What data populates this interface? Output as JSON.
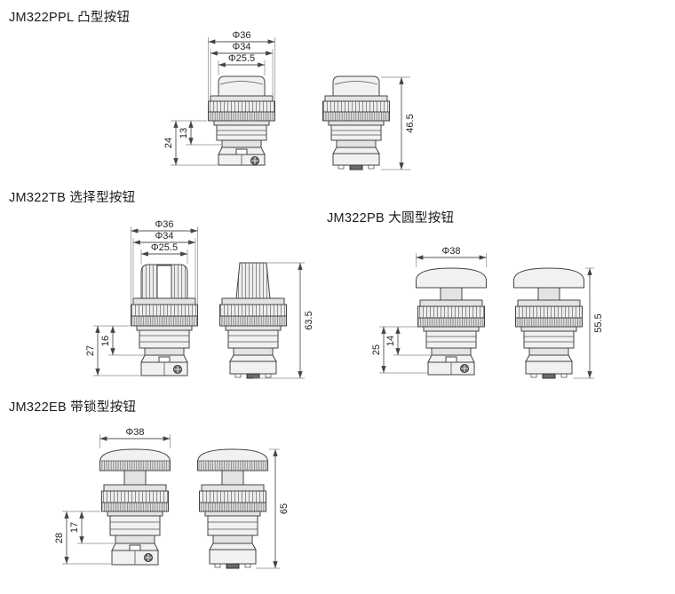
{
  "page": {
    "background": "#ffffff",
    "line_color": "#444444"
  },
  "sections": [
    {
      "id": "ppl",
      "title": "JM322PPL 凸型按钮",
      "dims": {
        "top": [
          "Φ36",
          "Φ34",
          "Φ25.5"
        ],
        "left": [
          "24",
          "13"
        ],
        "height": "46.5"
      }
    },
    {
      "id": "tb",
      "title": "JM322TB 选择型按钮",
      "dims": {
        "top": [
          "Φ36",
          "Φ34",
          "Φ25.5"
        ],
        "left": [
          "27",
          "16"
        ],
        "height": "63.5"
      }
    },
    {
      "id": "pb",
      "title": "JM322PB 大圆型按钮",
      "dims": {
        "top": [
          "Φ38"
        ],
        "left": [
          "25",
          "14"
        ],
        "height": "55.5"
      }
    },
    {
      "id": "eb",
      "title": "JM322EB 带锁型按钮",
      "dims": {
        "top": [
          "Φ38"
        ],
        "left": [
          "28",
          "17"
        ],
        "height": "65"
      }
    }
  ]
}
